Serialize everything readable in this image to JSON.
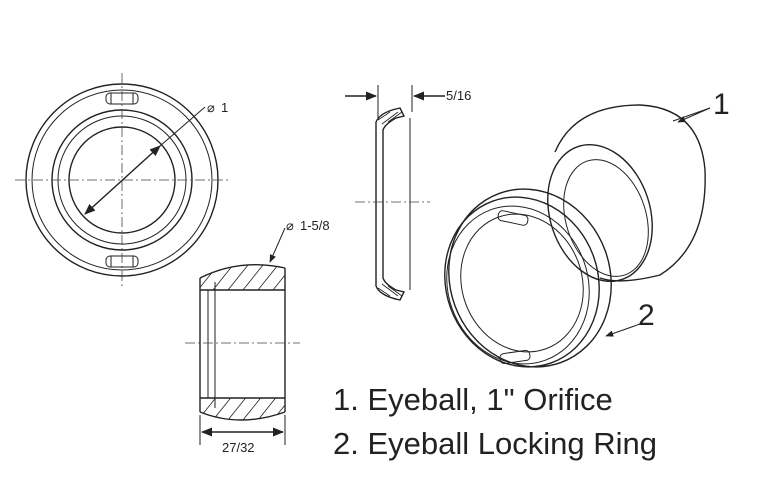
{
  "dimensions": {
    "eyeball_diameter": "1",
    "ring_diameter": "1-5/8",
    "ring_thickness": "5/16",
    "eyeball_width": "27/32"
  },
  "callouts": {
    "part1": "1",
    "part2": "2"
  },
  "legend": {
    "item1": "1. Eyeball, 1\" Orifice",
    "item2": "2. Eyeball Locking Ring"
  }
}
